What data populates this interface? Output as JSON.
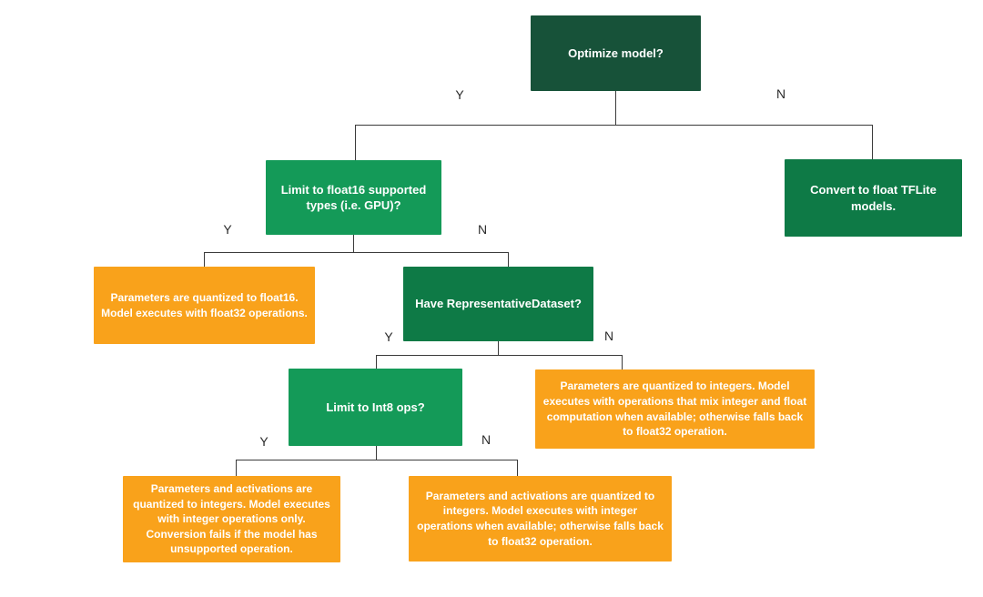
{
  "diagram": {
    "type": "decision-tree-flowchart",
    "colors": {
      "decision_root_green": "#175239",
      "decision_dark_green": "#0E7A46",
      "decision_bright_green": "#149A58",
      "outcome_orange": "#F9A21B",
      "connector_line": "#3B3B3B",
      "node_text": "#FFFFFF",
      "branch_label_text": "#2B2B2B"
    },
    "nodes": {
      "optimize": {
        "text": "Optimize model?"
      },
      "float16": {
        "text": "Limit to float16 supported types (i.e. GPU)?"
      },
      "convert_float": {
        "text": "Convert to float TFLite models."
      },
      "quant_float16": {
        "text": "Parameters are quantized to float16. Model executes with float32 operations."
      },
      "have_dataset": {
        "text": "Have RepresentativeDataset?"
      },
      "int8_ops": {
        "text": "Limit to Int8 ops?"
      },
      "quant_int_mixed": {
        "text": "Parameters are quantized to integers. Model executes with operations that mix integer and float computation when available; otherwise falls back to float32 operation."
      },
      "quant_int_only": {
        "text": "Parameters and activations are quantized to integers. Model executes with integer operations only. Conversion fails if the model has unsupported operation."
      },
      "quant_int_fallback": {
        "text": "Parameters and activations are quantized to integers. Model executes with integer operations when available; otherwise falls back to float32 operation."
      }
    },
    "branch_labels": {
      "optimize_yes": "Y",
      "optimize_no": "N",
      "float16_yes": "Y",
      "float16_no": "N",
      "have_dataset_yes": "Y",
      "have_dataset_no": "N",
      "int8_yes": "Y",
      "int8_no": "N"
    }
  }
}
